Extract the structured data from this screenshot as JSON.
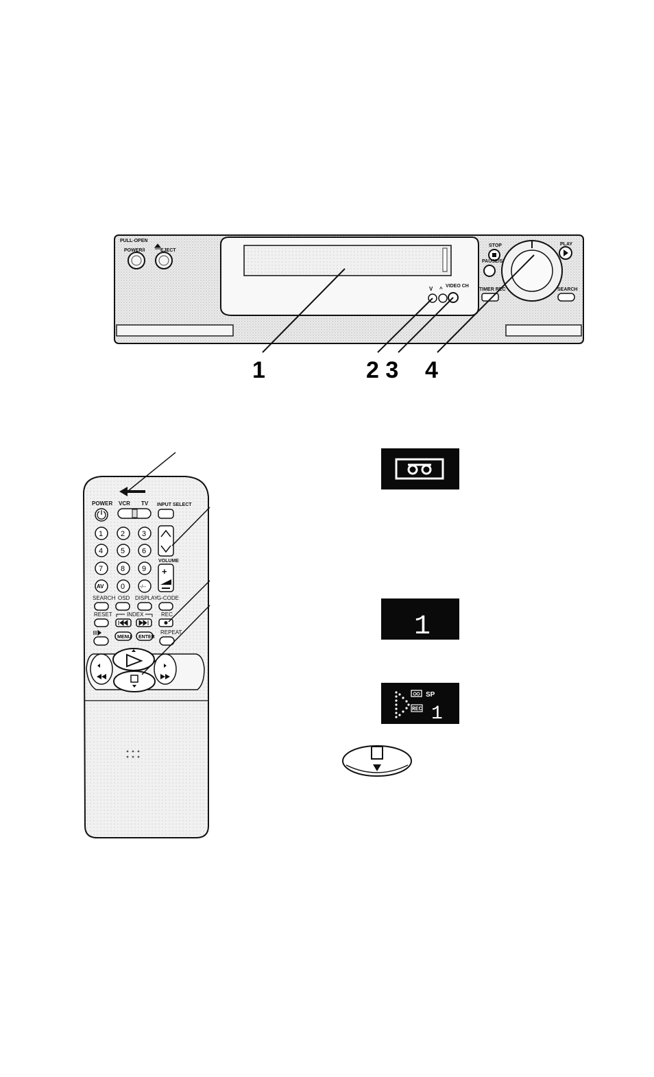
{
  "vcr": {
    "callouts": [
      "1",
      "2 3",
      "4"
    ],
    "labels": {
      "power": "POWER/I",
      "eject": "EJECT",
      "pull_open": "PULL-OPEN",
      "stop": "STOP",
      "play": "PLAY",
      "pause": "PAUSE/SL",
      "search": "SEARCH",
      "video_ch": "VIDEO CH",
      "timer_record": "TIMER REC"
    }
  },
  "remote": {
    "labels": {
      "power": "POWER",
      "vcr": "VCR",
      "tv": "TV",
      "input_select": "INPUT SELECT",
      "volume": "VOLUME",
      "search": "SEARCH",
      "osd": "OSD",
      "display": "DISPLAY",
      "gcode": "G-CODE",
      "reset": "RESET",
      "index": "INDEX",
      "rec": "REC",
      "menu": "MENU",
      "enter": "ENTER",
      "repeat": "REPEAT",
      "av": "AV",
      "dash": "-/--"
    },
    "digits": [
      "1",
      "2",
      "3",
      "4",
      "5",
      "6",
      "7",
      "8",
      "9",
      "0"
    ]
  },
  "displays": {
    "channel": "1",
    "status_mode": "SP",
    "status_rec": "REC",
    "status_channel": "1"
  },
  "colors": {
    "ink": "#111111",
    "panel_fill": "#e6e6e6",
    "display_bg": "#0a0a0a",
    "display_fg": "#ffffff"
  }
}
